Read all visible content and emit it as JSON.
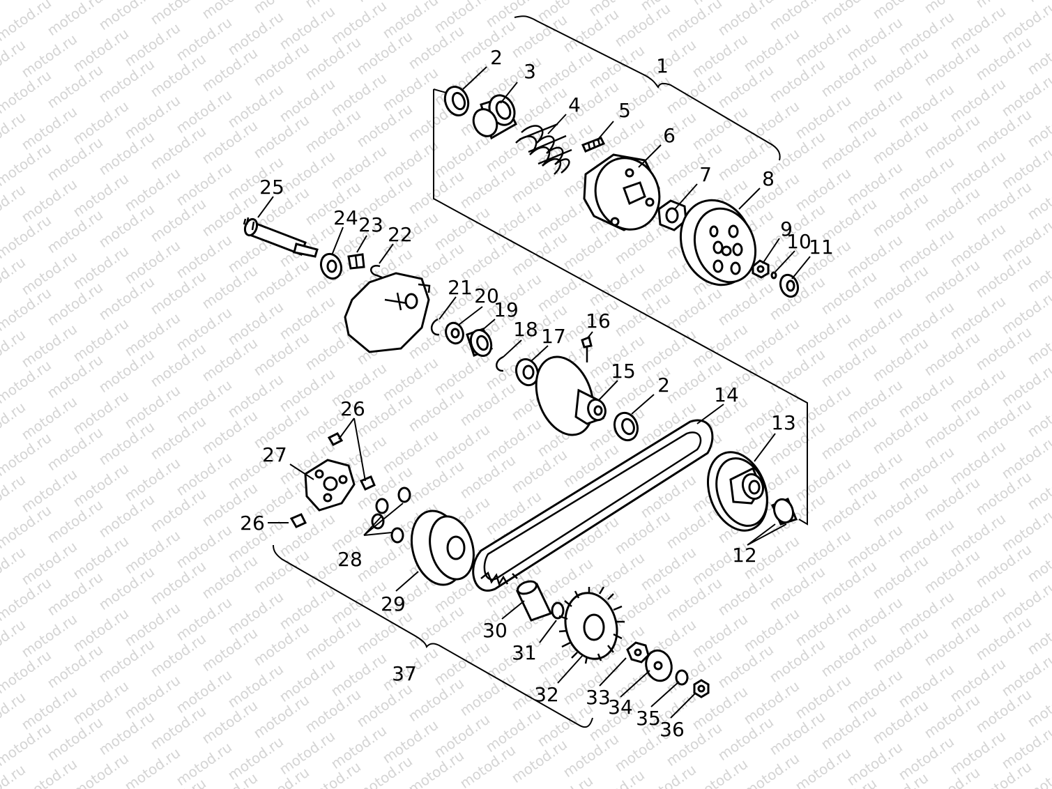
{
  "watermark": {
    "text": "motod.ru",
    "color": "#d4d4d4"
  },
  "parts": [
    {
      "id": "p1",
      "number": "1"
    },
    {
      "id": "p2a",
      "number": "2"
    },
    {
      "id": "p2b",
      "number": "2"
    },
    {
      "id": "p3",
      "number": "3"
    },
    {
      "id": "p4",
      "number": "4"
    },
    {
      "id": "p5",
      "number": "5"
    },
    {
      "id": "p6",
      "number": "6"
    },
    {
      "id": "p7",
      "number": "7"
    },
    {
      "id": "p8",
      "number": "8"
    },
    {
      "id": "p9",
      "number": "9"
    },
    {
      "id": "p10",
      "number": "10"
    },
    {
      "id": "p11",
      "number": "11"
    },
    {
      "id": "p12",
      "number": "12"
    },
    {
      "id": "p13",
      "number": "13"
    },
    {
      "id": "p14",
      "number": "14"
    },
    {
      "id": "p15",
      "number": "15"
    },
    {
      "id": "p16",
      "number": "16"
    },
    {
      "id": "p17",
      "number": "17"
    },
    {
      "id": "p18",
      "number": "18"
    },
    {
      "id": "p19",
      "number": "19"
    },
    {
      "id": "p20",
      "number": "20"
    },
    {
      "id": "p21",
      "number": "21"
    },
    {
      "id": "p22",
      "number": "22"
    },
    {
      "id": "p23",
      "number": "23"
    },
    {
      "id": "p24",
      "number": "24"
    },
    {
      "id": "p25",
      "number": "25"
    },
    {
      "id": "p26a",
      "number": "26"
    },
    {
      "id": "p26b",
      "number": "26"
    },
    {
      "id": "p27",
      "number": "27"
    },
    {
      "id": "p28",
      "number": "28"
    },
    {
      "id": "p29",
      "number": "29"
    },
    {
      "id": "p30",
      "number": "30"
    },
    {
      "id": "p31",
      "number": "31"
    },
    {
      "id": "p32",
      "number": "32"
    },
    {
      "id": "p33",
      "number": "33"
    },
    {
      "id": "p34",
      "number": "34"
    },
    {
      "id": "p35",
      "number": "35"
    },
    {
      "id": "p36",
      "number": "36"
    },
    {
      "id": "p37",
      "number": "37"
    }
  ]
}
